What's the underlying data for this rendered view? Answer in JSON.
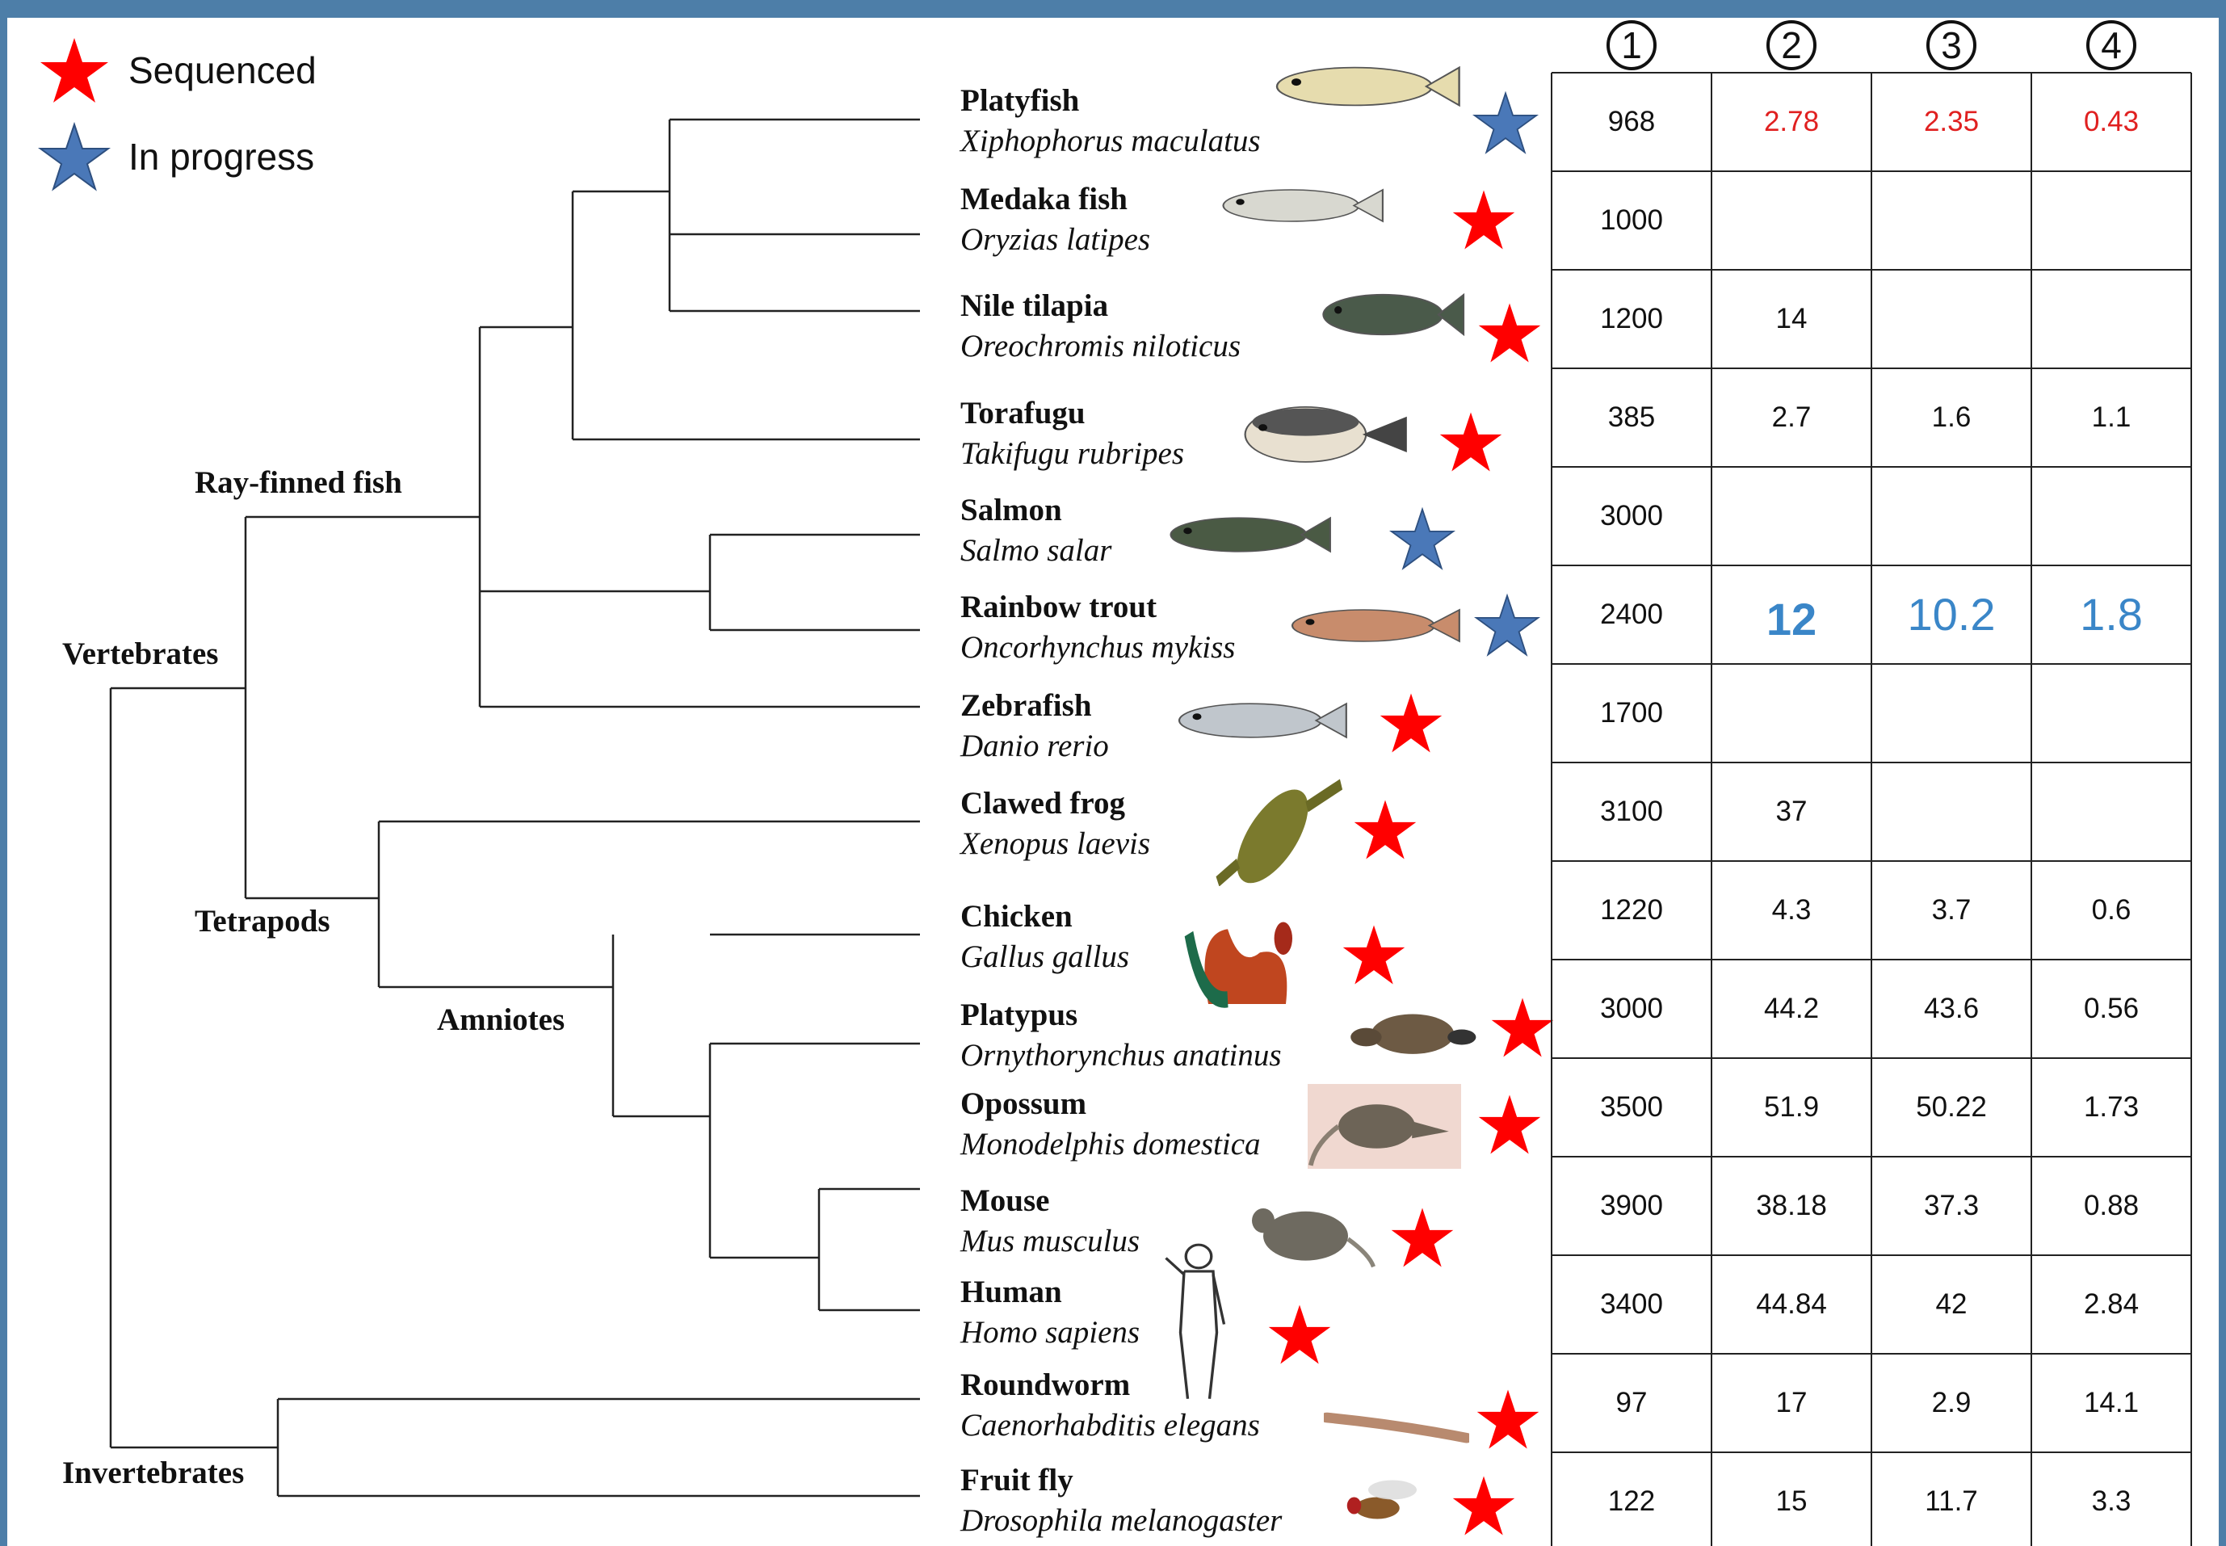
{
  "legend": [
    {
      "label": "Sequenced",
      "color": "#ff0000"
    },
    {
      "label": "In progress",
      "color": "#4a78b8"
    }
  ],
  "clades": {
    "vertebrates": "Vertebrates",
    "ray_finned_fish": "Ray-finned fish",
    "tetrapods": "Tetrapods",
    "amniotes": "Amniotes",
    "invertebrates": "Invertebrates"
  },
  "columns": [
    "1",
    "2",
    "3",
    "4"
  ],
  "colors": {
    "sequenced": "#ff0000",
    "in_progress": "#4a78b8",
    "highlight_red": "#e02020",
    "highlight_blue": "#3a86c8"
  },
  "species": [
    {
      "common": "Platyfish",
      "scientific": "Xiphophorus maculatus",
      "status": "in_progress",
      "icon": "fish-icon",
      "values": [
        "968",
        "2.78",
        "2.35",
        "0.43"
      ],
      "style": "red"
    },
    {
      "common": "Medaka fish",
      "scientific": "Oryzias latipes",
      "status": "sequenced",
      "icon": "fish-icon",
      "values": [
        "1000",
        "",
        "",
        ""
      ],
      "style": "normal"
    },
    {
      "common": "Nile tilapia",
      "scientific": "Oreochromis niloticus",
      "status": "sequenced",
      "icon": "fish-icon",
      "values": [
        "1200",
        "14",
        "",
        ""
      ],
      "style": "normal"
    },
    {
      "common": "Torafugu",
      "scientific": "Takifugu rubripes",
      "status": "sequenced",
      "icon": "pufferfish-icon",
      "values": [
        "385",
        "2.7",
        "1.6",
        "1.1"
      ],
      "style": "normal"
    },
    {
      "common": "Salmon",
      "scientific": "Salmo salar",
      "status": "in_progress",
      "icon": "fish-icon",
      "values": [
        "3000",
        "",
        "",
        ""
      ],
      "style": "normal"
    },
    {
      "common": "Rainbow trout",
      "scientific": "Oncorhynchus mykiss",
      "status": "in_progress",
      "icon": "fish-icon",
      "values": [
        "2400",
        "12",
        "10.2",
        "1.8"
      ],
      "style": "blue"
    },
    {
      "common": "Zebrafish",
      "scientific": "Danio rerio",
      "status": "sequenced",
      "icon": "fish-icon",
      "values": [
        "1700",
        "",
        "",
        ""
      ],
      "style": "normal"
    },
    {
      "common": "Clawed frog",
      "scientific": "Xenopus laevis",
      "status": "sequenced",
      "icon": "frog-icon",
      "values": [
        "3100",
        "37",
        "",
        ""
      ],
      "style": "normal"
    },
    {
      "common": "Chicken",
      "scientific": "Gallus gallus",
      "status": "sequenced",
      "icon": "rooster-icon",
      "values": [
        "1220",
        "4.3",
        "3.7",
        "0.6"
      ],
      "style": "normal"
    },
    {
      "common": "Platypus",
      "scientific": "Ornythorynchus anatinus",
      "status": "sequenced",
      "icon": "platypus-icon",
      "values": [
        "3000",
        "44.2",
        "43.6",
        "0.56"
      ],
      "style": "normal"
    },
    {
      "common": "Opossum",
      "scientific": "Monodelphis domestica",
      "status": "sequenced",
      "icon": "opossum-icon",
      "values": [
        "3500",
        "51.9",
        "50.22",
        "1.73"
      ],
      "style": "normal"
    },
    {
      "common": "Mouse",
      "scientific": "Mus musculus",
      "status": "sequenced",
      "icon": "mouse-icon",
      "values": [
        "3900",
        "38.18",
        "37.3",
        "0.88"
      ],
      "style": "normal"
    },
    {
      "common": "Human",
      "scientific": "Homo sapiens",
      "status": "sequenced",
      "icon": "human-icon",
      "values": [
        "3400",
        "44.84",
        "42",
        "2.84"
      ],
      "style": "normal"
    },
    {
      "common": "Roundworm",
      "scientific": "Caenorhabditis elegans",
      "status": "sequenced",
      "icon": "worm-icon",
      "values": [
        "97",
        "17",
        "2.9",
        "14.1"
      ],
      "style": "normal"
    },
    {
      "common": "Fruit fly",
      "scientific": "Drosophila melanogaster",
      "status": "sequenced",
      "icon": "fly-icon",
      "values": [
        "122",
        "15",
        "11.7",
        "3.3"
      ],
      "style": "normal"
    }
  ]
}
